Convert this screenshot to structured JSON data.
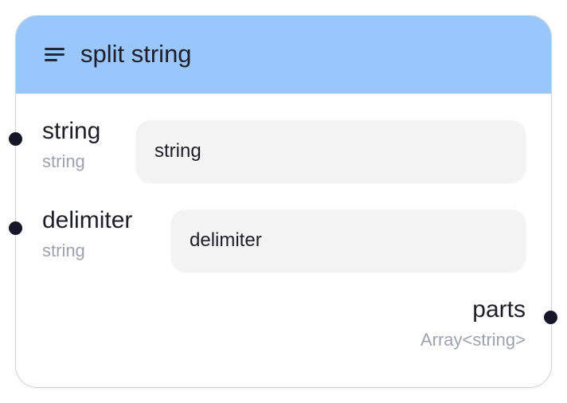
{
  "node": {
    "title": "split string",
    "icon": "menu-icon",
    "header_color": "#9ac7fb",
    "inputs": [
      {
        "label": "string",
        "type": "string",
        "value": "string"
      },
      {
        "label": "delimiter",
        "type": "string",
        "value": "delimiter"
      }
    ],
    "outputs": [
      {
        "label": "parts",
        "type": "Array<string>"
      }
    ]
  }
}
